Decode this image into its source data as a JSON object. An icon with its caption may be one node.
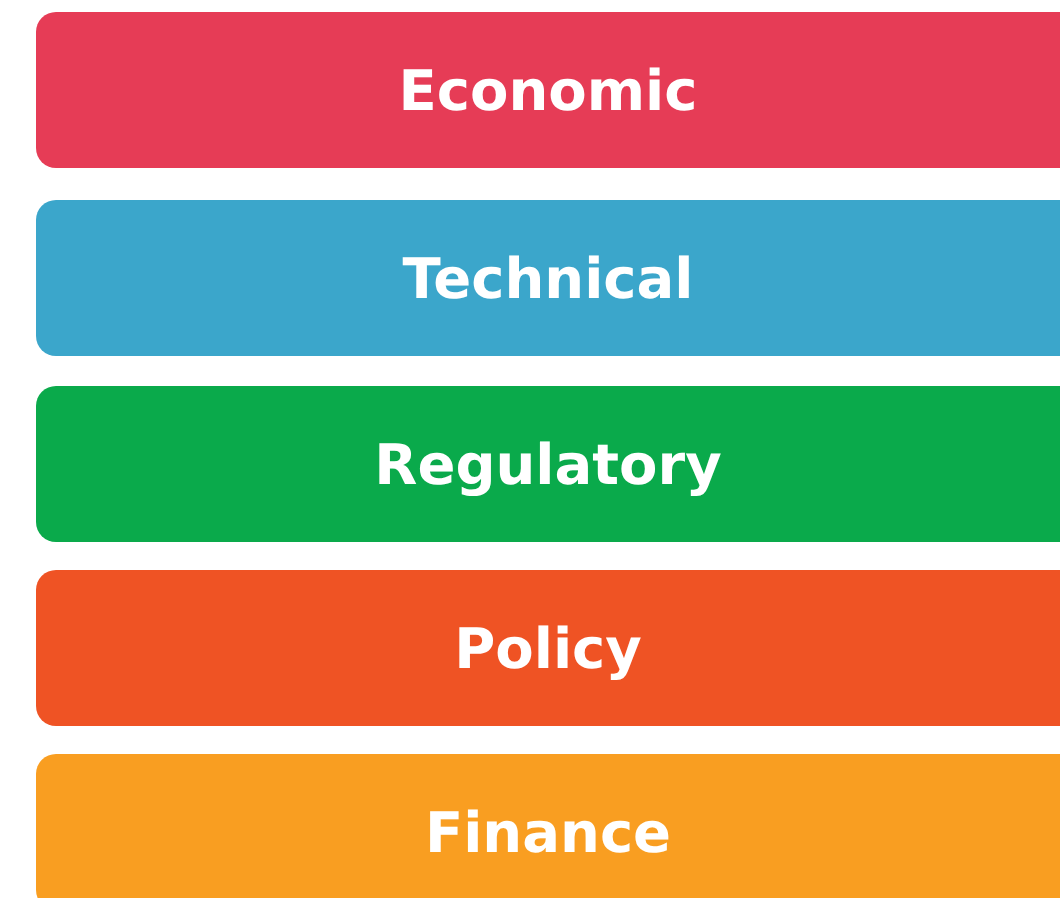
{
  "diagram": {
    "nodes": [
      {
        "text": [
          "Economic"
        ]
      },
      {
        "text": [
          "Technical"
        ]
      },
      {
        "text": [
          "Regulatory"
        ]
      },
      {
        "text": [
          "Policy"
        ]
      },
      {
        "text": [
          "Finance"
        ]
      }
    ]
  }
}
